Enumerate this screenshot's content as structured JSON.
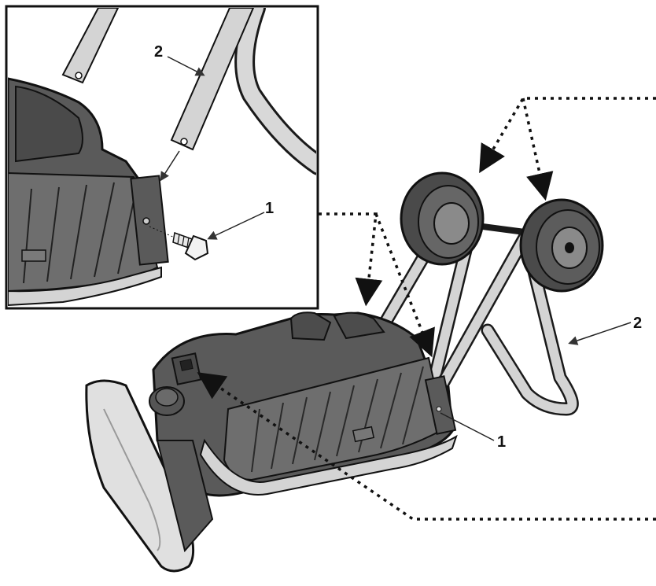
{
  "callouts": {
    "inset_label_2": "2",
    "inset_label_1": "1",
    "main_label_2": "2",
    "main_label_1": "1"
  },
  "colors": {
    "body_dark": "#5a5a5a",
    "body_mid": "#7a7a7a",
    "frame_light": "#d4d4d4",
    "outline": "#1a1a1a",
    "background": "#ffffff"
  },
  "icons": [
    "bolt-icon",
    "wheel-icon",
    "dotted-arrow-icon"
  ]
}
